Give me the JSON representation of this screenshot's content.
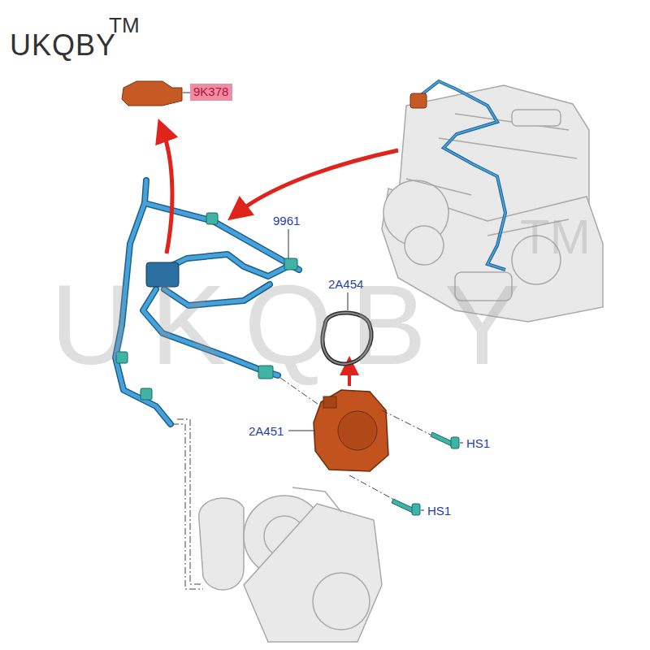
{
  "diagram": {
    "nodes": [
      {
        "text": [
          "9K378"
        ]
      }
    ],
    "labels": [
      "UKQBY",
      "TM",
      "9961",
      "2A454",
      "2A451",
      "HS1",
      "HS1",
      "UKQBY",
      "TM"
    ]
  }
}
